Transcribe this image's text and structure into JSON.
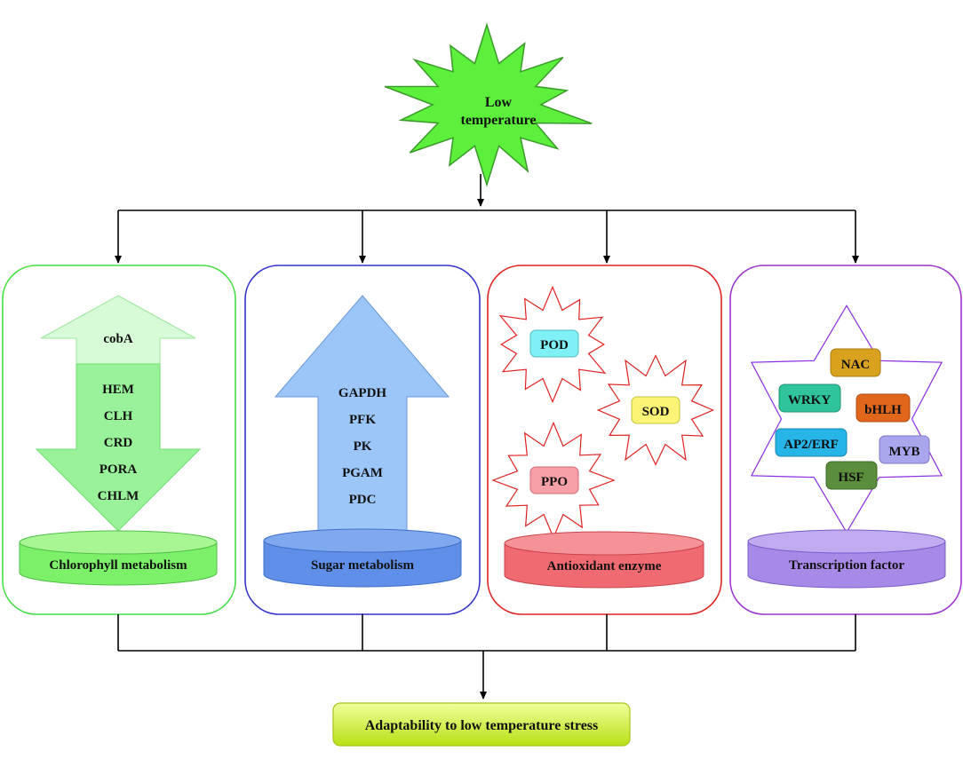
{
  "source": {
    "label_lines": [
      "Low",
      "temperature"
    ]
  },
  "panels": [
    {
      "id": "chlorophyll",
      "label": "Chlorophyll metabolism",
      "up_genes": [
        "cobA"
      ],
      "down_genes": [
        "HEM",
        "CLH",
        "CRD",
        "PORA",
        "CHLM"
      ],
      "colors": {
        "border": "#44dd44",
        "arrow": "#99f299",
        "arrow_light": "#d6fbd6",
        "base": "#7df06a",
        "base_top": "#a8f594"
      }
    },
    {
      "id": "sugar",
      "label": "Sugar metabolism",
      "up_genes": [
        "GAPDH",
        "PFK",
        "PK",
        "PGAM",
        "PDC"
      ],
      "colors": {
        "border": "#3333cc",
        "arrow": "#9cc6f7",
        "base": "#5f8fe8",
        "base_top": "#7fa8ef"
      }
    },
    {
      "id": "antioxidant",
      "label": "Antioxidant enzyme",
      "enzymes": [
        {
          "name": "POD",
          "color": "#7ff0f5"
        },
        {
          "name": "SOD",
          "color": "#fbf476"
        },
        {
          "name": "PPO",
          "color": "#f7a0a8"
        }
      ],
      "colors": {
        "border": "#e02020",
        "burst_stroke": "#e02020",
        "base": "#f06a72",
        "base_top": "#f59297"
      }
    },
    {
      "id": "transcription",
      "label": "Transcription factor",
      "factors": [
        {
          "name": "NAC",
          "color": "#d9a21e"
        },
        {
          "name": "WRKY",
          "color": "#2fc49a"
        },
        {
          "name": "bHLH",
          "color": "#e0661c"
        },
        {
          "name": "AP2/ERF",
          "color": "#27b4e6"
        },
        {
          "name": "MYB",
          "color": "#a9a6ee"
        },
        {
          "name": "HSF",
          "color": "#5b8e3c"
        }
      ],
      "colors": {
        "border": "#9933cc",
        "star_stroke": "#8a2be2",
        "base": "#a78ae8",
        "base_top": "#c0aaf0"
      }
    }
  ],
  "outcome": {
    "label": "Adaptability to low temperature stress",
    "color": "#d6f542"
  }
}
